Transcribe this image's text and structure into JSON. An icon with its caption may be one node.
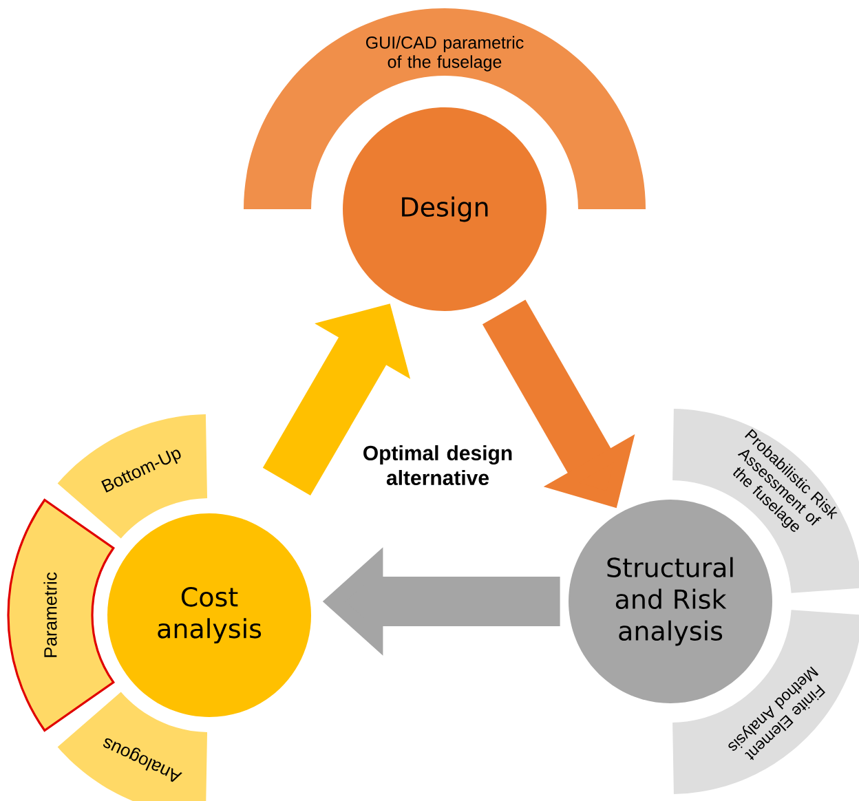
{
  "diagram": {
    "nodes": [
      {
        "text": [
          "Design"
        ]
      },
      {
        "text": [
          "GUI/CAD parametric of the fuselage"
        ]
      },
      {
        "text": [
          "Cost analysis"
        ]
      },
      {
        "text": [
          "Bottom-Up"
        ]
      },
      {
        "text": [
          "Parametric"
        ]
      },
      {
        "text": [
          "Analogous"
        ]
      },
      {
        "text": [
          "Structural and Risk analysis"
        ]
      },
      {
        "text": [
          "Probabilistic Risk Assessment of the fuselage"
        ]
      },
      {
        "text": [
          "Finite Element Method Analysis"
        ]
      }
    ],
    "edges": [
      {
        "from": 2,
        "to": 0,
        "arrow": "to",
        "color": "#ffc000"
      },
      {
        "from": 0,
        "to": 6,
        "arrow": "to",
        "color": "#ed7d31"
      },
      {
        "from": 6,
        "to": 2,
        "arrow": "to",
        "color": "#a5a5a5"
      }
    ],
    "labels": [
      "Optimal design alternative"
    ]
  }
}
